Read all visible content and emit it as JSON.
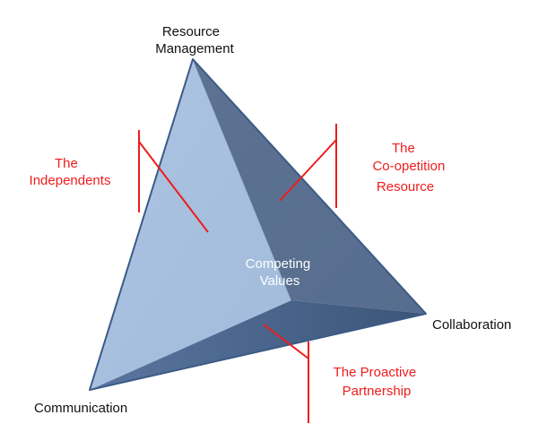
{
  "vertices": {
    "top": [
      "Resource",
      "Management"
    ],
    "right": [
      "Collaboration"
    ],
    "bottom_left": [
      "Communication"
    ]
  },
  "center": [
    "Competing",
    "Values"
  ],
  "segments": {
    "independents": [
      "The",
      "Independents"
    ],
    "coopetition": [
      "The",
      "Co-opetition",
      "Resource"
    ],
    "proactive": [
      "The Proactive",
      "Partnership"
    ]
  },
  "colors": {
    "face_left": "#a8c0df",
    "face_right": "#5a7090",
    "face_bottom": "#3e5a7e",
    "edge": "#3a5b85",
    "callout": "#ee1c1c",
    "center_text": "#ffffff"
  }
}
